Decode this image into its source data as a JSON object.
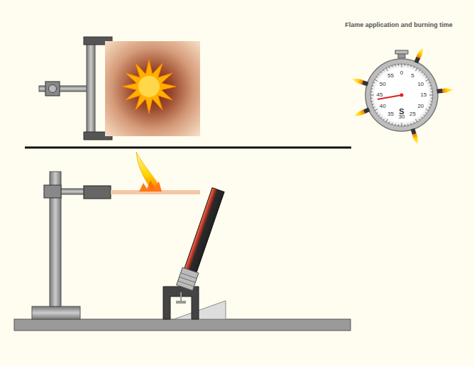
{
  "diagram": {
    "labels": [
      "Flame application and burning time",
      "0",
      "5",
      "10",
      "15",
      "20",
      "25",
      "30",
      "35",
      "40",
      "45",
      "50",
      "55",
      "S"
    ]
  }
}
